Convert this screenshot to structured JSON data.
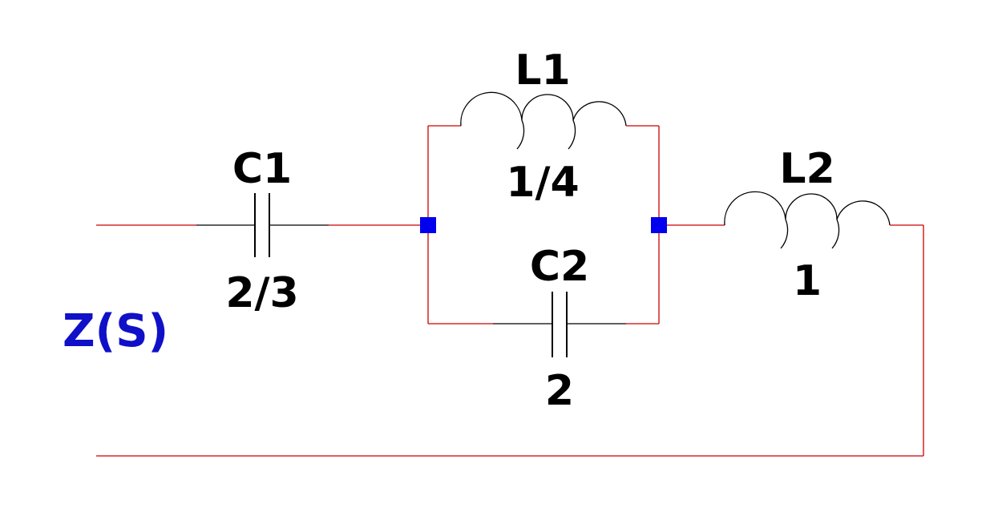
{
  "port_label": "Z(S)",
  "port_label_color": "#1010c8",
  "wire_color": "#cc0000",
  "junction_color": "#0000ee",
  "components": {
    "c1": {
      "name": "C1",
      "value": "2/3",
      "kind": "capacitor"
    },
    "l1": {
      "name": "L1",
      "value": "1/4",
      "kind": "inductor"
    },
    "c2": {
      "name": "C2",
      "value": "2",
      "kind": "capacitor"
    },
    "l2": {
      "name": "L2",
      "value": "1",
      "kind": "inductor"
    }
  }
}
